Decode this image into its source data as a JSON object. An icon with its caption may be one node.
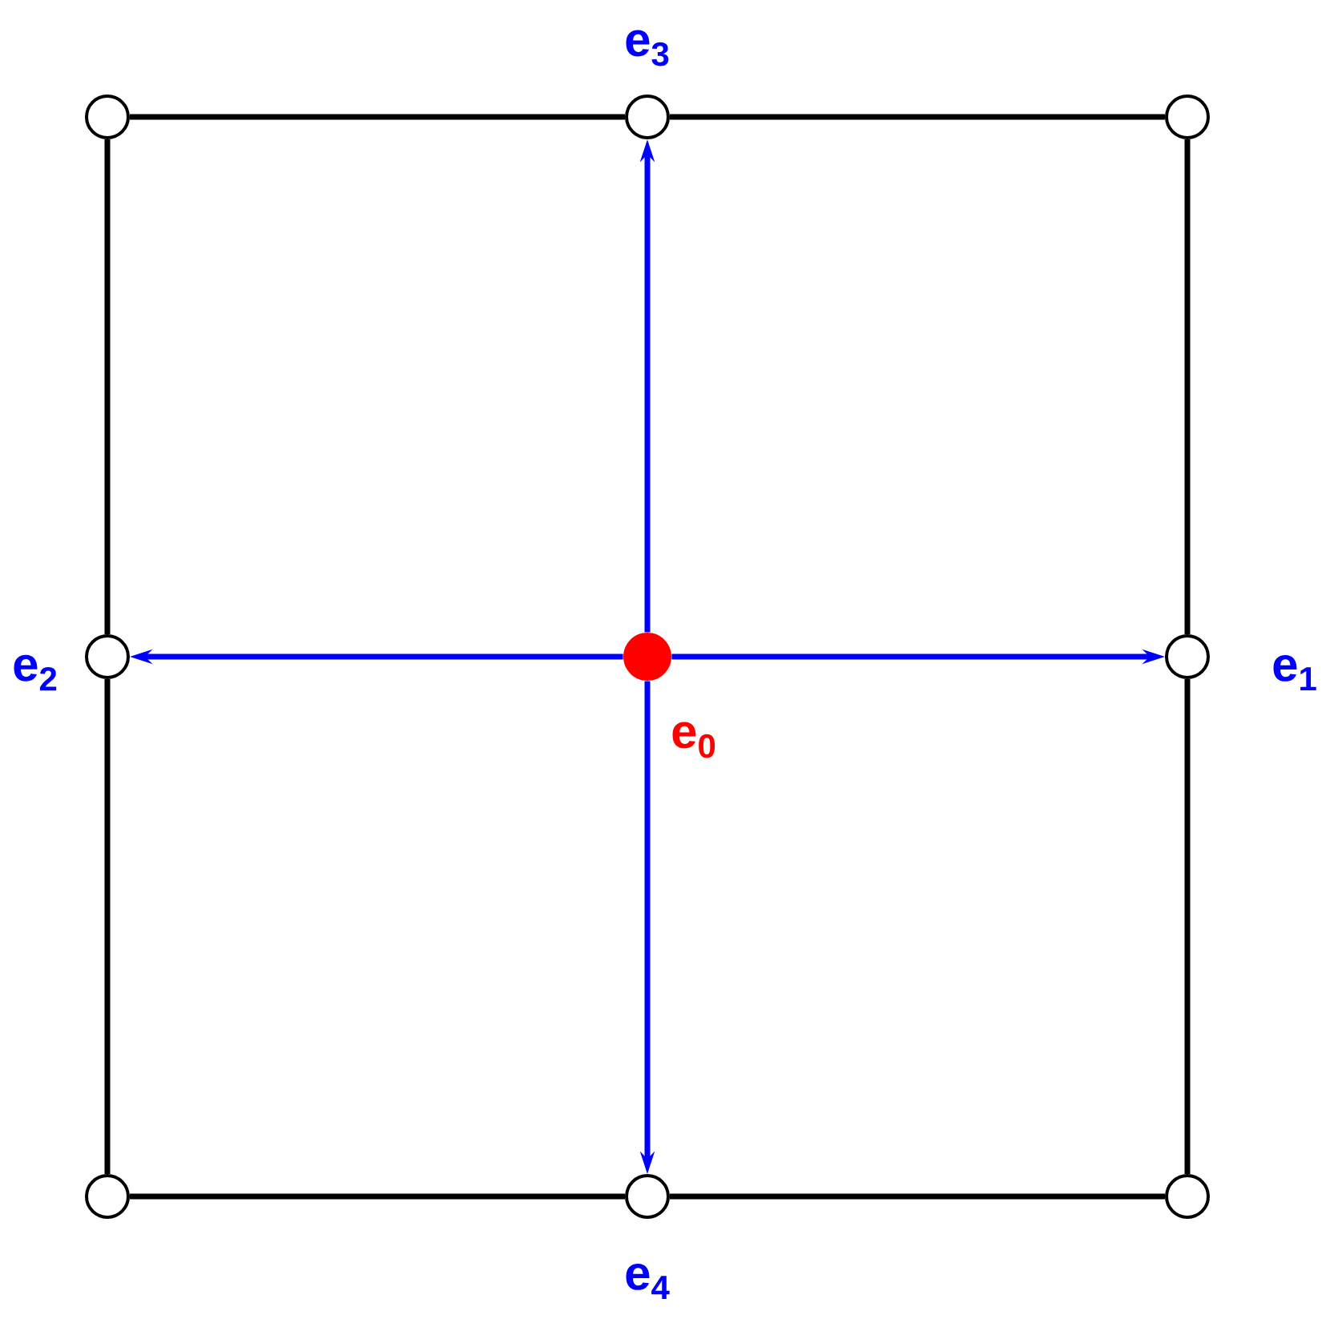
{
  "diagram": {
    "nodes": [
      {
        "text": [],
        "shape": "circle"
      },
      {
        "text": [],
        "shape": "circle",
        "beside": [
          "e$_{3}$"
        ]
      },
      {
        "text": [],
        "shape": "circle"
      },
      {
        "text": [],
        "shape": "circle",
        "beside": [
          "e$_{2}$"
        ]
      },
      {
        "text": [],
        "shape": "dot",
        "beside": [
          "e$_{0}$"
        ]
      },
      {
        "text": [],
        "shape": "circle",
        "beside": [
          "e$_{1}$"
        ]
      },
      {
        "text": [],
        "shape": "circle"
      },
      {
        "text": [],
        "shape": "circle",
        "beside": [
          "e$_{4}$"
        ]
      },
      {
        "text": [],
        "shape": "circle"
      }
    ],
    "edges": [
      {
        "from": 0,
        "to": 1,
        "arrow": "none"
      },
      {
        "from": 1,
        "to": 2,
        "arrow": "none"
      },
      {
        "from": 2,
        "to": 5,
        "arrow": "none"
      },
      {
        "from": 5,
        "to": 8,
        "arrow": "none"
      },
      {
        "from": 8,
        "to": 7,
        "arrow": "none"
      },
      {
        "from": 7,
        "to": 6,
        "arrow": "none"
      },
      {
        "from": 6,
        "to": 3,
        "arrow": "none"
      },
      {
        "from": 3,
        "to": 0,
        "arrow": "none"
      },
      {
        "from": 4,
        "to": 5,
        "arrow": "to",
        "color": "#0000ff"
      },
      {
        "from": 4,
        "to": 3,
        "arrow": "to",
        "color": "#0000ff"
      },
      {
        "from": 4,
        "to": 1,
        "arrow": "to",
        "color": "#0000ff"
      },
      {
        "from": 4,
        "to": 7,
        "arrow": "to",
        "color": "#0000ff"
      }
    ]
  }
}
